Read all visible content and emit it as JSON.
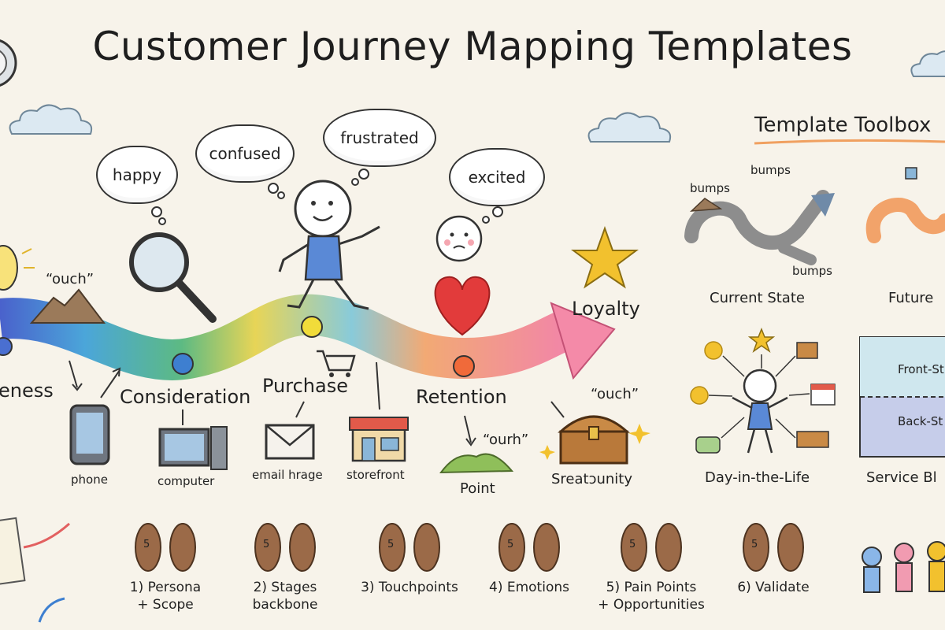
{
  "title": "Customer Journey Mapping Templates",
  "emotions": [
    "happy",
    "confused",
    "frustrated",
    "excited"
  ],
  "stages": {
    "awareness": "eness",
    "consideration": "Consideration",
    "purchase": "Purchase",
    "retention": "Retention",
    "loyalty": "Loyalty"
  },
  "annotations": {
    "ouch_left": "“ouch”",
    "ouch_right": "“ouch”",
    "ourh": "“ourh”",
    "point": "Point",
    "opportunity": "Sreatɔunity"
  },
  "touchpoints": [
    "phone",
    "computer",
    "email hrage",
    "storefront"
  ],
  "toolbox": {
    "title": "Template Toolbox",
    "current_state": {
      "label": "Current State",
      "bumps": [
        "bumps",
        "bumps",
        "bumps"
      ]
    },
    "future": {
      "label": "Future"
    },
    "day_in_life": {
      "label": "Day-in-the-Life"
    },
    "service_blueprint": {
      "label": "Service Bl",
      "front": "Front-St",
      "back": "Back-St"
    }
  },
  "steps": [
    {
      "line1": "1) Persona",
      "line2": "+ Scope"
    },
    {
      "line1": "2) Stages",
      "line2": "backbone"
    },
    {
      "line1": "3) Touchpoints",
      "line2": ""
    },
    {
      "line1": "4) Emotions",
      "line2": ""
    },
    {
      "line1": "5) Pain Points",
      "line2": "+ Opportunities"
    },
    {
      "line1": "6) Validate",
      "line2": ""
    }
  ],
  "footprint_number": "5",
  "colors": {
    "background": "#f7f3ea",
    "footprint": "#8a5a3c",
    "heart": "#e23b3b",
    "star": "#f2c12e",
    "blueprint_front": "#cfe7ee",
    "blueprint_back": "#c6cdea"
  }
}
